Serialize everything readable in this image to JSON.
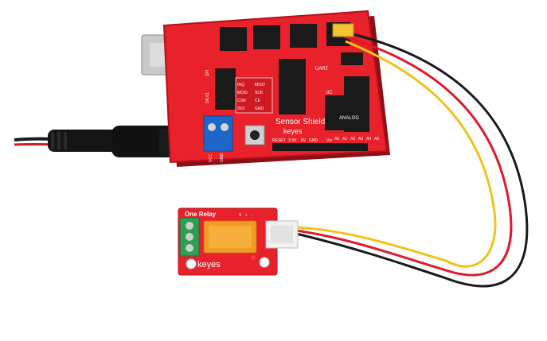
{
  "shield": {
    "brand": "keyes",
    "title": "Sensor Shield",
    "uart_label": "UART",
    "iic_label": "IIC",
    "analog_label": "ANALOG",
    "vcc_label": "VCC",
    "gnd_label": "GND",
    "reset_label": "RESET",
    "v33_label": "3.3V",
    "v5_label": "5V",
    "vin_label": "Vin",
    "spi_label": "SPI",
    "nrf_label": "24L01",
    "nrf_pins": [
      "IRQ",
      "MISO",
      "MOSI",
      "SCK",
      "CSN",
      "CE",
      "3V3",
      "GND"
    ],
    "analog_pins": [
      "A0",
      "A1",
      "A2",
      "A3",
      "A4",
      "A5"
    ]
  },
  "relay": {
    "title": "One Relay",
    "brand": "keyes",
    "pin_labels": [
      "S",
      "+",
      "-"
    ]
  },
  "colors": {
    "pcb_red": "#e8212b",
    "pcb_dark_red": "#b3121b",
    "terminal_blue": "#1e66c8",
    "terminal_green": "#2f9e55",
    "relay_orange": "#f29b22",
    "wire_red": "#e0192a",
    "wire_yellow": "#f0c21a",
    "wire_black": "#1a1a1a"
  }
}
